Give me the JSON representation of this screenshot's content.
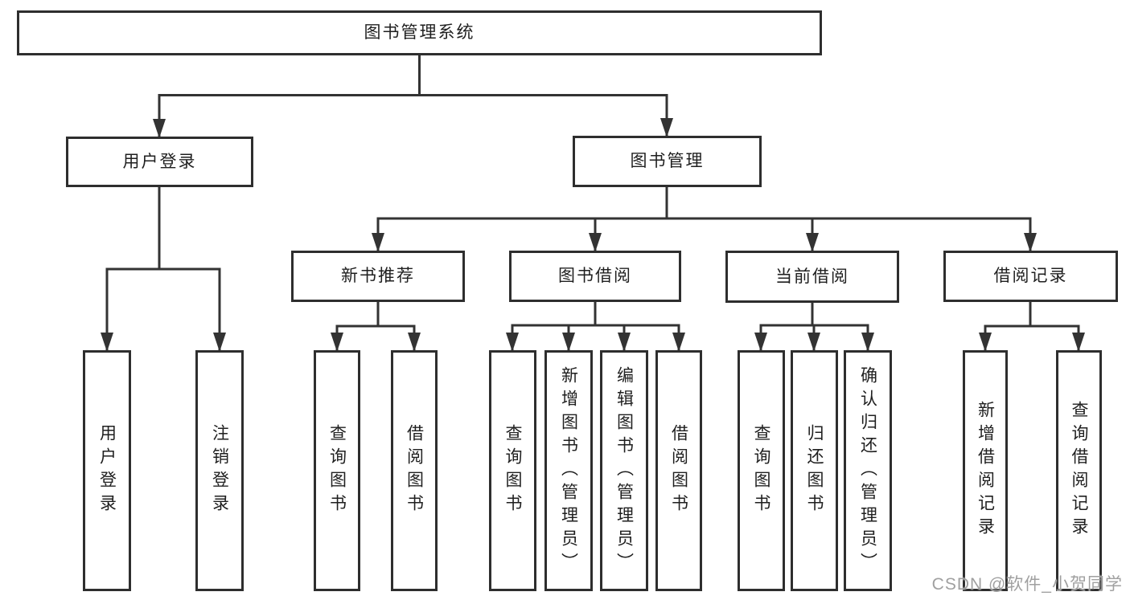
{
  "nodes": {
    "root": "图书管理系统",
    "level2": [
      "用户登录",
      "图书管理"
    ],
    "level3": [
      "新书推荐",
      "图书借阅",
      "当前借阅",
      "借阅记录"
    ],
    "leaves": [
      "用户登录",
      "注销登录",
      "查询图书",
      "借阅图书",
      "查询图书",
      "新增图书（管理员）",
      "编辑图书（管理员）",
      "借阅图书",
      "查询图书",
      "归还图书",
      "确认归还（管理员）",
      "新增借阅记录",
      "查询借阅记录"
    ]
  },
  "watermark": "CSDN @软件_小贺同学",
  "colors": {
    "line": "#333333",
    "box_border": "#2e2e2e",
    "text": "#1f1f1f",
    "watermark": "#a0a0a0",
    "background": "#ffffff"
  }
}
